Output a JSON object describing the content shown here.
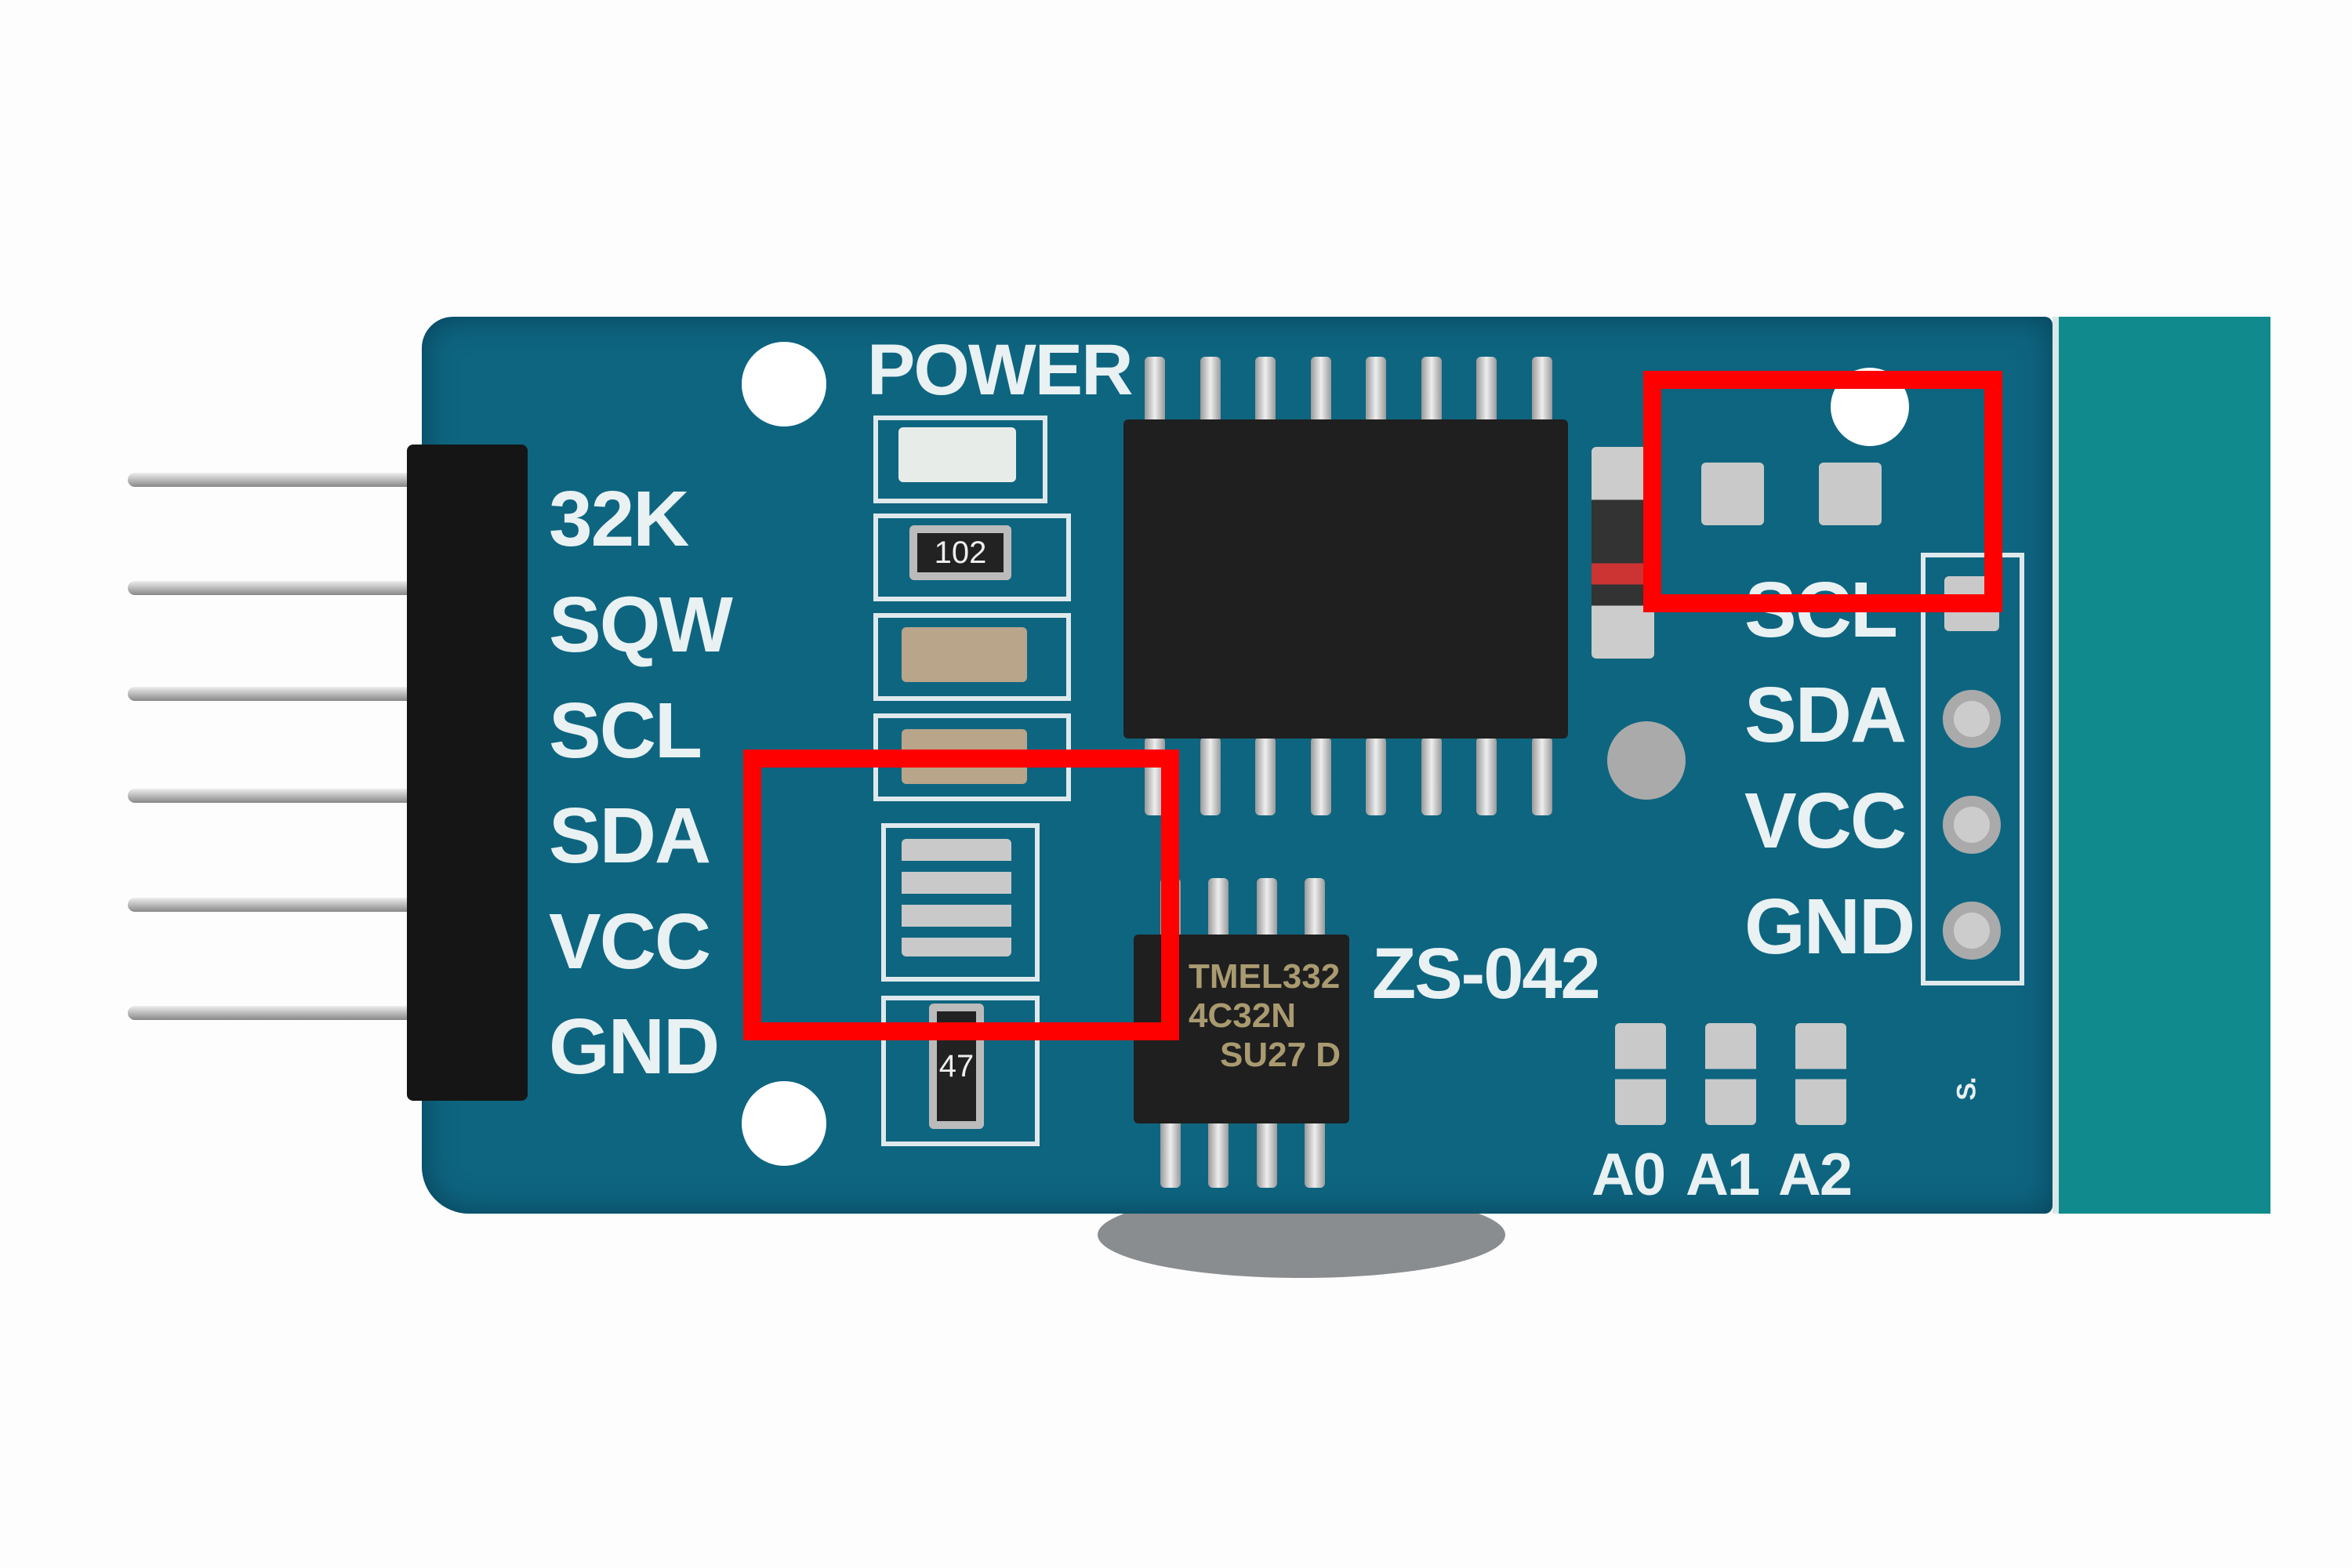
{
  "board": {
    "model_label": "ZS-042",
    "power_label": "POWER",
    "left_pins": [
      "32K",
      "SQW",
      "SCL",
      "SDA",
      "VCC",
      "GND"
    ],
    "right_pins": [
      "SCL",
      "SDA",
      "VCC",
      "GND"
    ],
    "address_pads": [
      "A0",
      "A1",
      "A2"
    ],
    "resistor_marking": "102",
    "resistor_marking_2": "47",
    "eeprom_marking": [
      "TMEL332",
      "4C32N",
      "SU27 D"
    ],
    "side_mark": "S."
  },
  "colors": {
    "pcb": "#0e6580",
    "tab": "#108a8c",
    "highlight": "#ff0000"
  },
  "highlights": [
    "pullup-resistor-pads",
    "resistor-network-area"
  ]
}
